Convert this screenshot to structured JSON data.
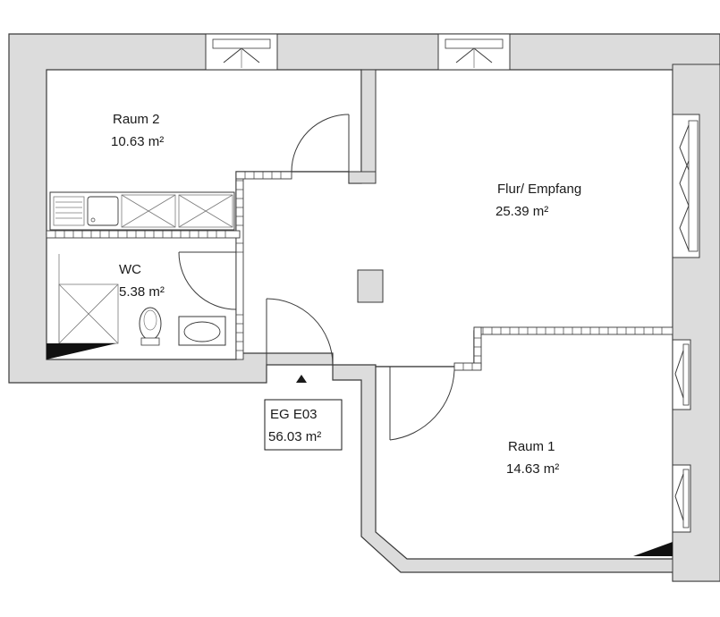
{
  "rooms": {
    "raum2": {
      "name": "Raum 2",
      "area": "10.63 m²"
    },
    "flur": {
      "name": "Flur/ Empfang",
      "area": "25.39 m²"
    },
    "wc": {
      "name": "WC",
      "area": "5.38 m²"
    },
    "raum1": {
      "name": "Raum 1",
      "area": "14.63 m²"
    }
  },
  "unit": {
    "id": "EG E03",
    "area": "56.03 m²"
  }
}
